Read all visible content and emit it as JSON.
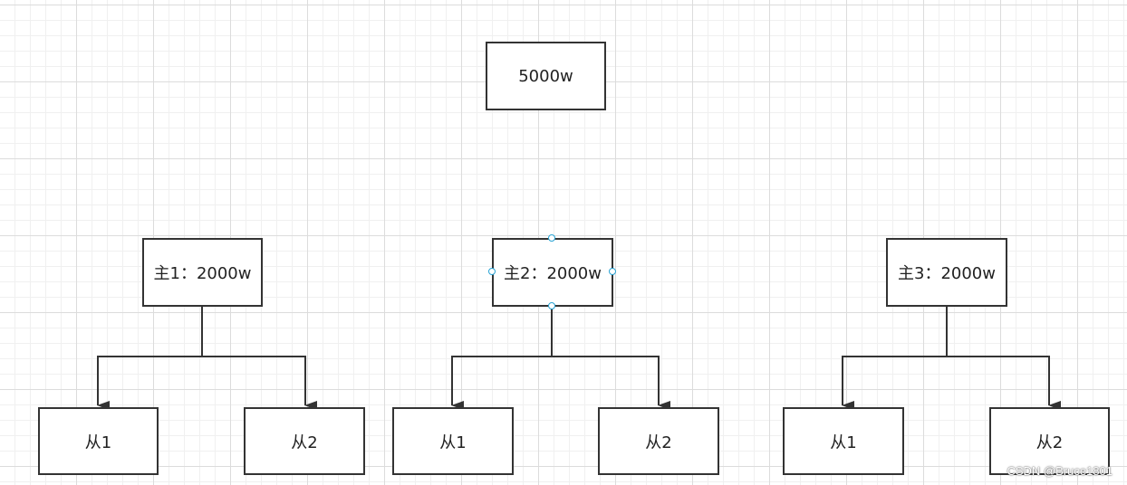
{
  "diagram": {
    "root": {
      "label": "5000w"
    },
    "masters": [
      {
        "label": "主1：2000w",
        "slaves": [
          "从1",
          "从2"
        ]
      },
      {
        "label": "主2：2000w",
        "slaves": [
          "从1",
          "从2"
        ],
        "selected": true
      },
      {
        "label": "主3：2000w",
        "slaves": [
          "从1",
          "从2"
        ]
      }
    ]
  },
  "watermark": "CSDN @Bruce1801",
  "colors": {
    "stroke": "#333333",
    "selection_handle": "#29a3d4",
    "grid_major": "#dcdcdc",
    "grid_minor": "#f0f0f0"
  }
}
